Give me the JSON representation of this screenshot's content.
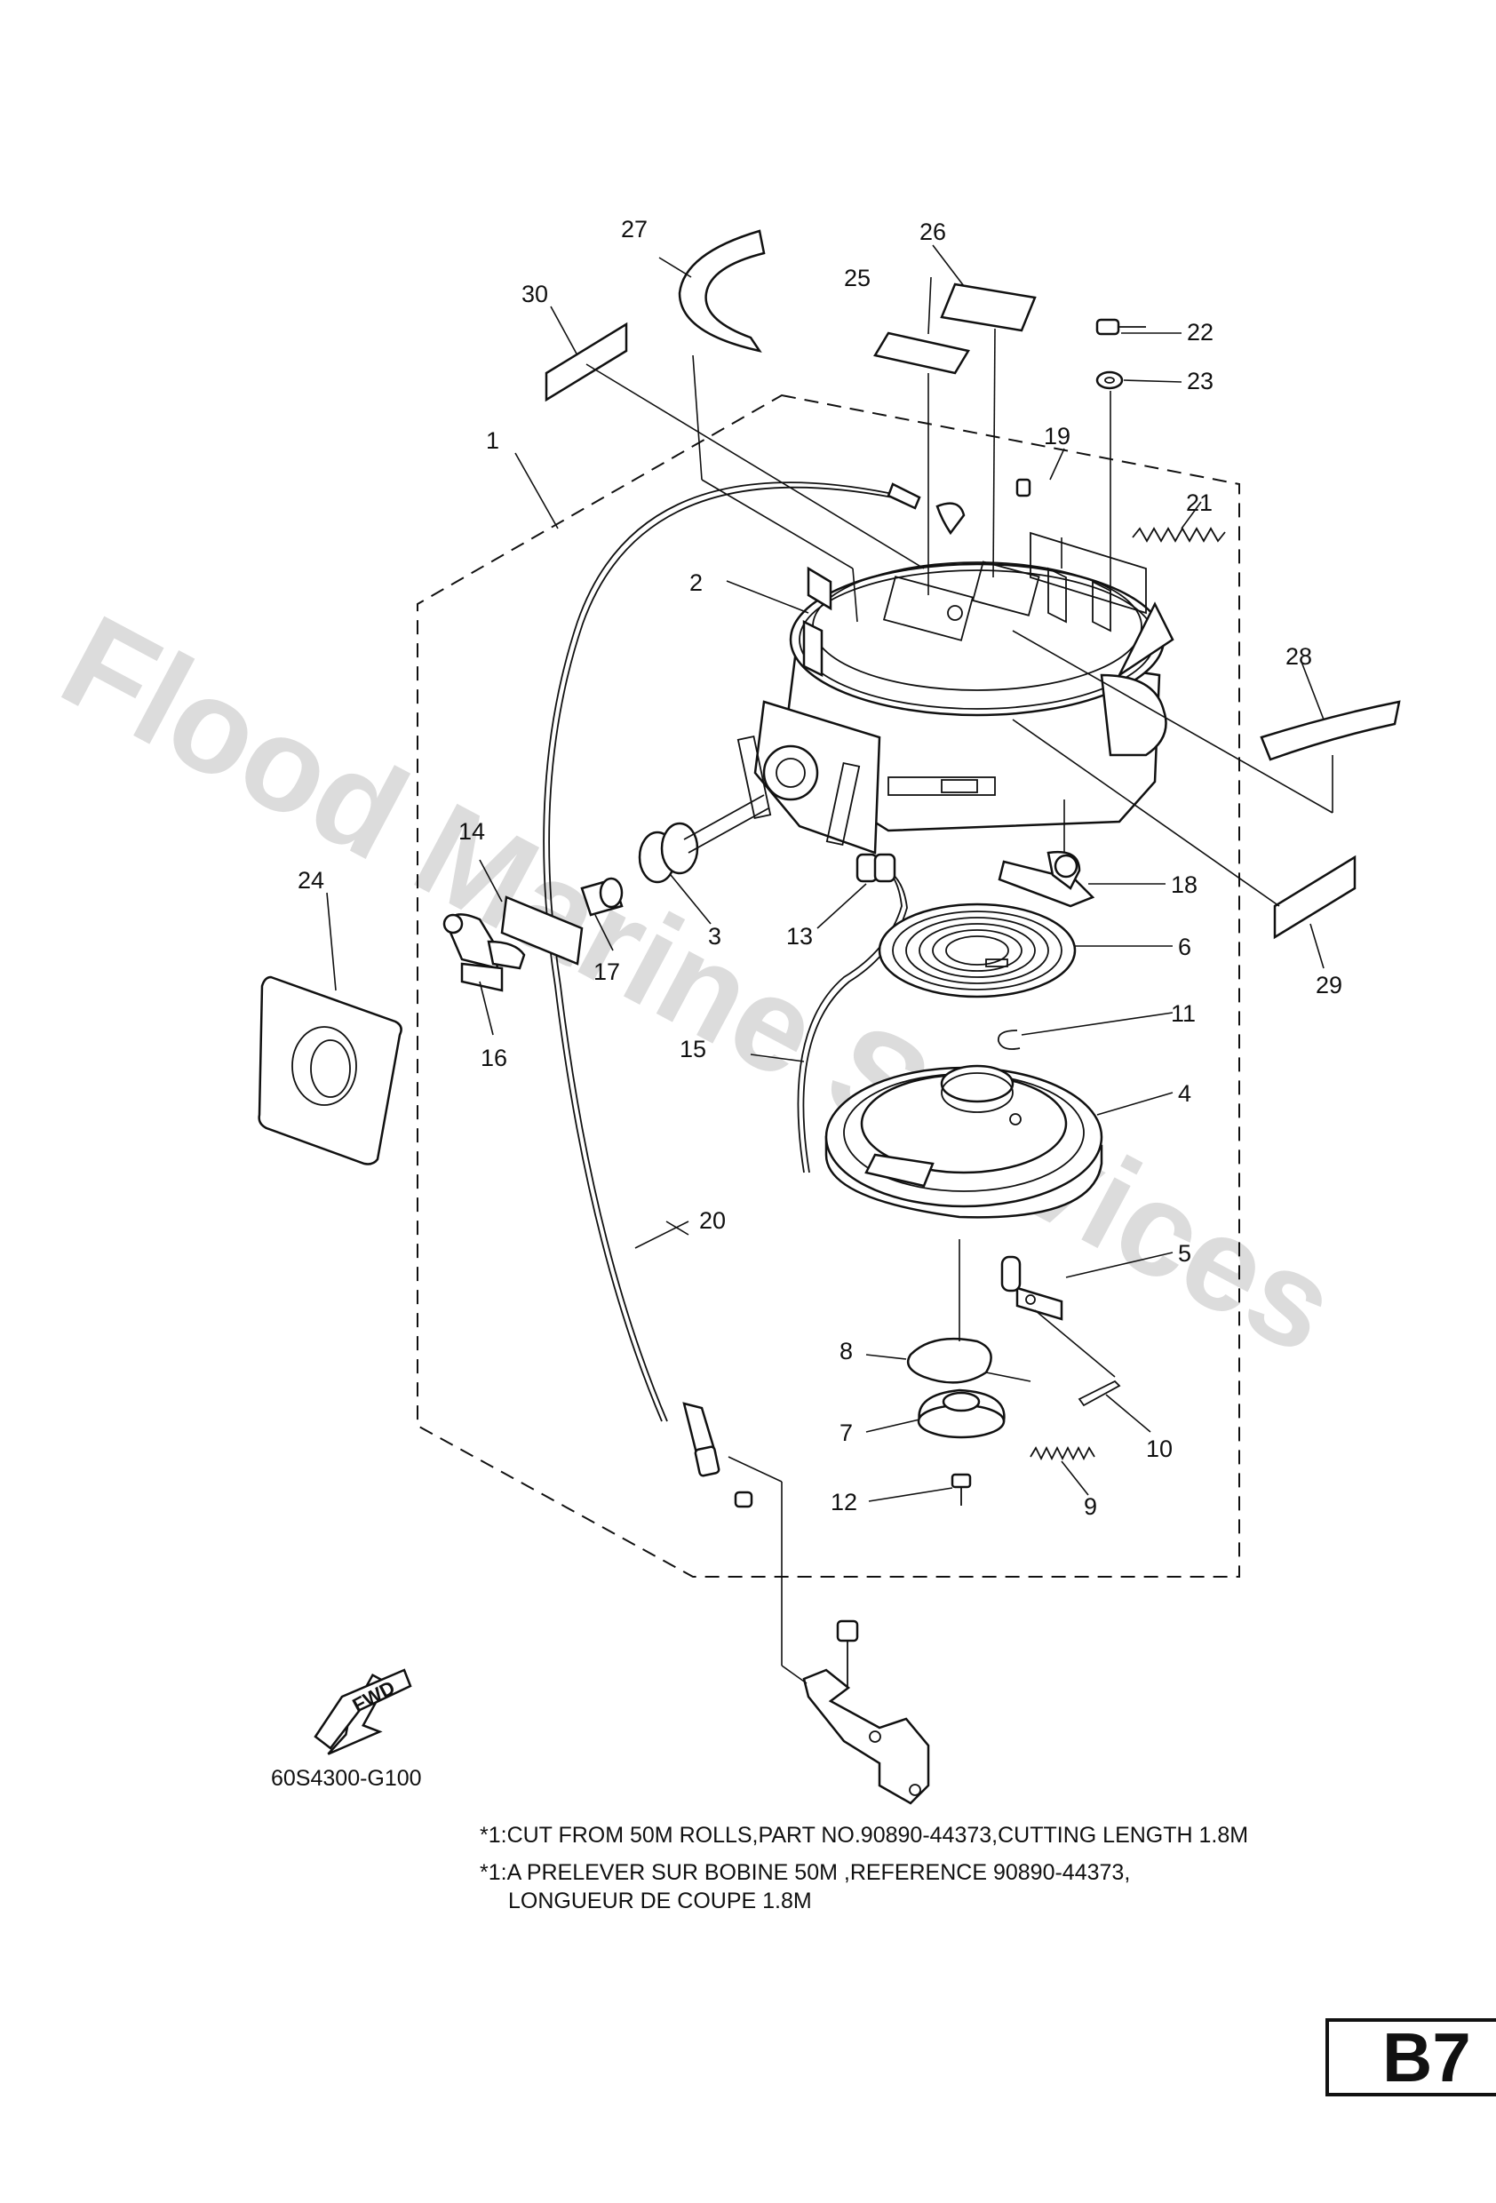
{
  "watermark": "Flood Marine Services",
  "callouts": {
    "c1": "1",
    "c2": "2",
    "c3": "3",
    "c4": "4",
    "c5": "5",
    "c6": "6",
    "c7": "7",
    "c8": "8",
    "c9": "9",
    "c10": "10",
    "c11": "11",
    "c12": "12",
    "c13": "13",
    "c14": "14",
    "c15": "15",
    "c16": "16",
    "c17": "17",
    "c18": "18",
    "c19": "19",
    "c20": "20",
    "c21": "21",
    "c22": "22",
    "c23": "23",
    "c24": "24",
    "c25": "25",
    "c26": "26",
    "c27": "27",
    "c28": "28",
    "c29": "29",
    "c30": "30"
  },
  "fwd_label": "FWD",
  "diagram_code": "60S4300-G100",
  "notes": {
    "english": "*1:CUT FROM 50M ROLLS,PART NO.90890-44373,CUTTING LENGTH 1.8M",
    "french_line1": "*1:A PRELEVER SUR BOBINE 50M ,REFERENCE 90890-44373,",
    "french_line2": "LONGUEUR DE COUPE 1.8M"
  },
  "page_id": "B7"
}
